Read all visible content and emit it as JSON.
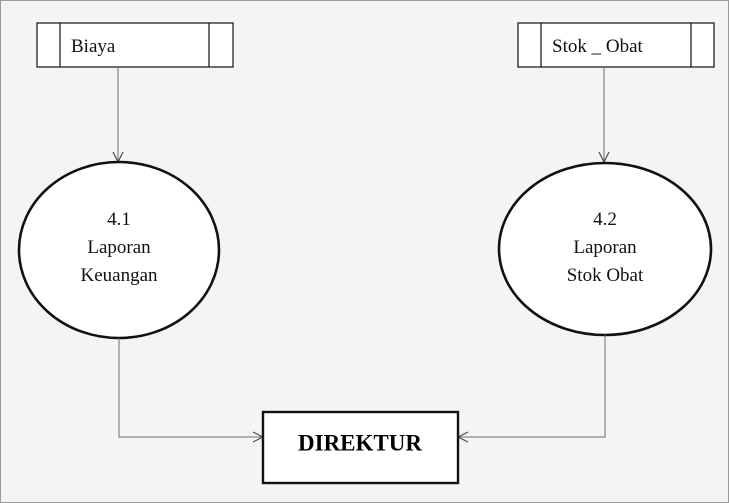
{
  "data_stores": [
    {
      "name": "Biaya"
    },
    {
      "name": "Stok _ Obat"
    }
  ],
  "processes": [
    {
      "number": "4.1",
      "line1": "Laporan",
      "line2": "Keuangan"
    },
    {
      "number": "4.2",
      "line1": "Laporan",
      "line2": "Stok Obat"
    }
  ],
  "entity": {
    "name": "DIREKTUR"
  },
  "colors": {
    "background": "#f4f4f4",
    "line": "#6b6b6b",
    "stroke": "#111111"
  }
}
